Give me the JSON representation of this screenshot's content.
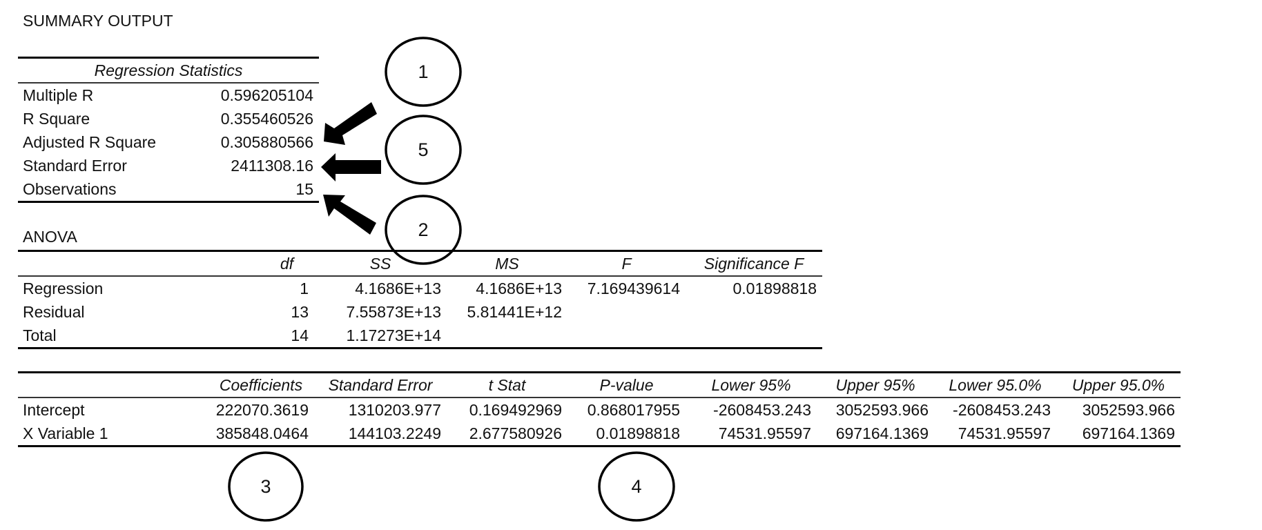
{
  "title": "SUMMARY OUTPUT",
  "regression_statistics": {
    "header": "Regression Statistics",
    "rows": [
      {
        "label": "Multiple R",
        "value": "0.596205104"
      },
      {
        "label": "R Square",
        "value": "0.355460526"
      },
      {
        "label": "Adjusted R Square",
        "value": "0.305880566"
      },
      {
        "label": "Standard Error",
        "value": "2411308.16"
      },
      {
        "label": "Observations",
        "value": "15"
      }
    ]
  },
  "anova": {
    "label": "ANOVA",
    "columns": [
      "",
      "df",
      "SS",
      "MS",
      "F",
      "Significance F"
    ],
    "rows": [
      {
        "source": "Regression",
        "df": "1",
        "ss": "4.1686E+13",
        "ms": "4.1686E+13",
        "f": "7.169439614",
        "sig_f": "0.01898818"
      },
      {
        "source": "Residual",
        "df": "13",
        "ss": "7.55873E+13",
        "ms": "5.81441E+12",
        "f": "",
        "sig_f": ""
      },
      {
        "source": "Total",
        "df": "14",
        "ss": "1.17273E+14",
        "ms": "",
        "f": "",
        "sig_f": ""
      }
    ]
  },
  "coefficients": {
    "columns": [
      "",
      "Coefficients",
      "Standard Error",
      "t Stat",
      "P-value",
      "Lower 95%",
      "Upper 95%",
      "Lower 95.0%",
      "Upper 95.0%"
    ],
    "rows": [
      {
        "term": "Intercept",
        "coef": "222070.3619",
        "se": "1310203.977",
        "t": "0.169492969",
        "p": "0.868017955",
        "lower95": "-2608453.243",
        "upper95": "3052593.966",
        "lower950": "-2608453.243",
        "upper950": "3052593.966"
      },
      {
        "term": "X Variable 1",
        "coef": "385848.0464",
        "se": "144103.2249",
        "t": "2.677580926",
        "p": "0.01898818",
        "lower95": "74531.95597",
        "upper95": "697164.1369",
        "lower950": "74531.95597",
        "upper950": "697164.1369"
      }
    ]
  },
  "annotations": {
    "markers": [
      "1",
      "5",
      "2",
      "3",
      "4"
    ],
    "arrows": [
      {
        "from_marker": "1",
        "points_to": "Adjusted R Square"
      },
      {
        "from_marker": "5",
        "points_to": "Standard Error"
      },
      {
        "from_marker": "2",
        "points_to": "Observations"
      }
    ],
    "colors": {
      "ink": "#000000",
      "background": "#ffffff"
    }
  }
}
